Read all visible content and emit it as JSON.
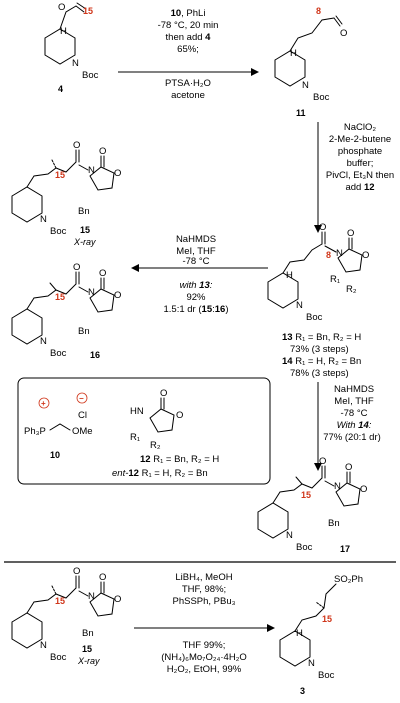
{
  "compounds": {
    "c4": {
      "label": "4",
      "pos15": "15"
    },
    "c11": {
      "label": "11",
      "pos8": "8"
    },
    "c13": {
      "label": "13",
      "pos8": "8",
      "line": "R₁ = Bn, R₂ = H",
      "yield": "73% (3 steps)"
    },
    "c14": {
      "label": "14",
      "line": "R₁ = H, R₂ = Bn",
      "yield": "78% (3 steps)"
    },
    "c15": {
      "label": "15",
      "note": "X-ray",
      "pos15": "15"
    },
    "c16": {
      "label": "16",
      "pos15": "15"
    },
    "c17": {
      "label": "17",
      "pos15": "15"
    },
    "c3": {
      "label": "3",
      "pos15": "15"
    },
    "c10": {
      "label": "10"
    },
    "c12": {
      "label": "12",
      "line": "R₁ = Bn, R₂ = H",
      "ent_prefix": "ent-",
      "ent_line": "R₁ = H, R₂ = Bn"
    }
  },
  "atoms": {
    "O": "O",
    "N": "N",
    "Boc": "Boc",
    "Bn": "Bn",
    "HN": "HN",
    "Cl": "Cl",
    "Ph3P": "Ph₃P",
    "OMe": "OMe",
    "SO2Ph": "SO₂Ph",
    "R1": "R₁",
    "R2": "R₂",
    "plus": "+",
    "minus": "−"
  },
  "conditions": {
    "step1": {
      "a_num": "10",
      "a_rest": ", PhLi",
      "b": "-78 °C, 20 min",
      "c_pre": "then add ",
      "c_num": "4",
      "d": "65%;",
      "e": "PTSA·H₂O",
      "f": "acetone"
    },
    "step2": {
      "a": "NaClO₂",
      "b": "2-Me-2-butene",
      "c": "phosphate",
      "d": "buffer;",
      "e": "PivCl, Et₃N then",
      "f_pre": "add ",
      "f_num": "12"
    },
    "step3": {
      "a": "NaHMDS",
      "b": "MeI, THF",
      "c": "-78 °C",
      "d_pre": "with ",
      "d_num": "13",
      "d_post": ":",
      "e": "92%",
      "f_pre": "1.5:1 dr (",
      "f_n1": "15",
      "f_sep": ":",
      "f_n2": "16",
      "f_post": ")"
    },
    "step4": {
      "a": "NaHMDS",
      "b": "MeI, THF",
      "c": "-78 °C",
      "d_pre": "With ",
      "d_num": "14",
      "d_post": ":",
      "e": "77% (20:1 dr)"
    },
    "step5": {
      "a": "LiBH₄, MeOH",
      "b": "THF, 98%;",
      "c": "PhSSPh, PBu₃",
      "d": "THF 99%;",
      "e": "(NH₄)₆Mo₇O₂₄·4H₂O",
      "f": "H₂O₂, EtOH, 99%"
    }
  }
}
